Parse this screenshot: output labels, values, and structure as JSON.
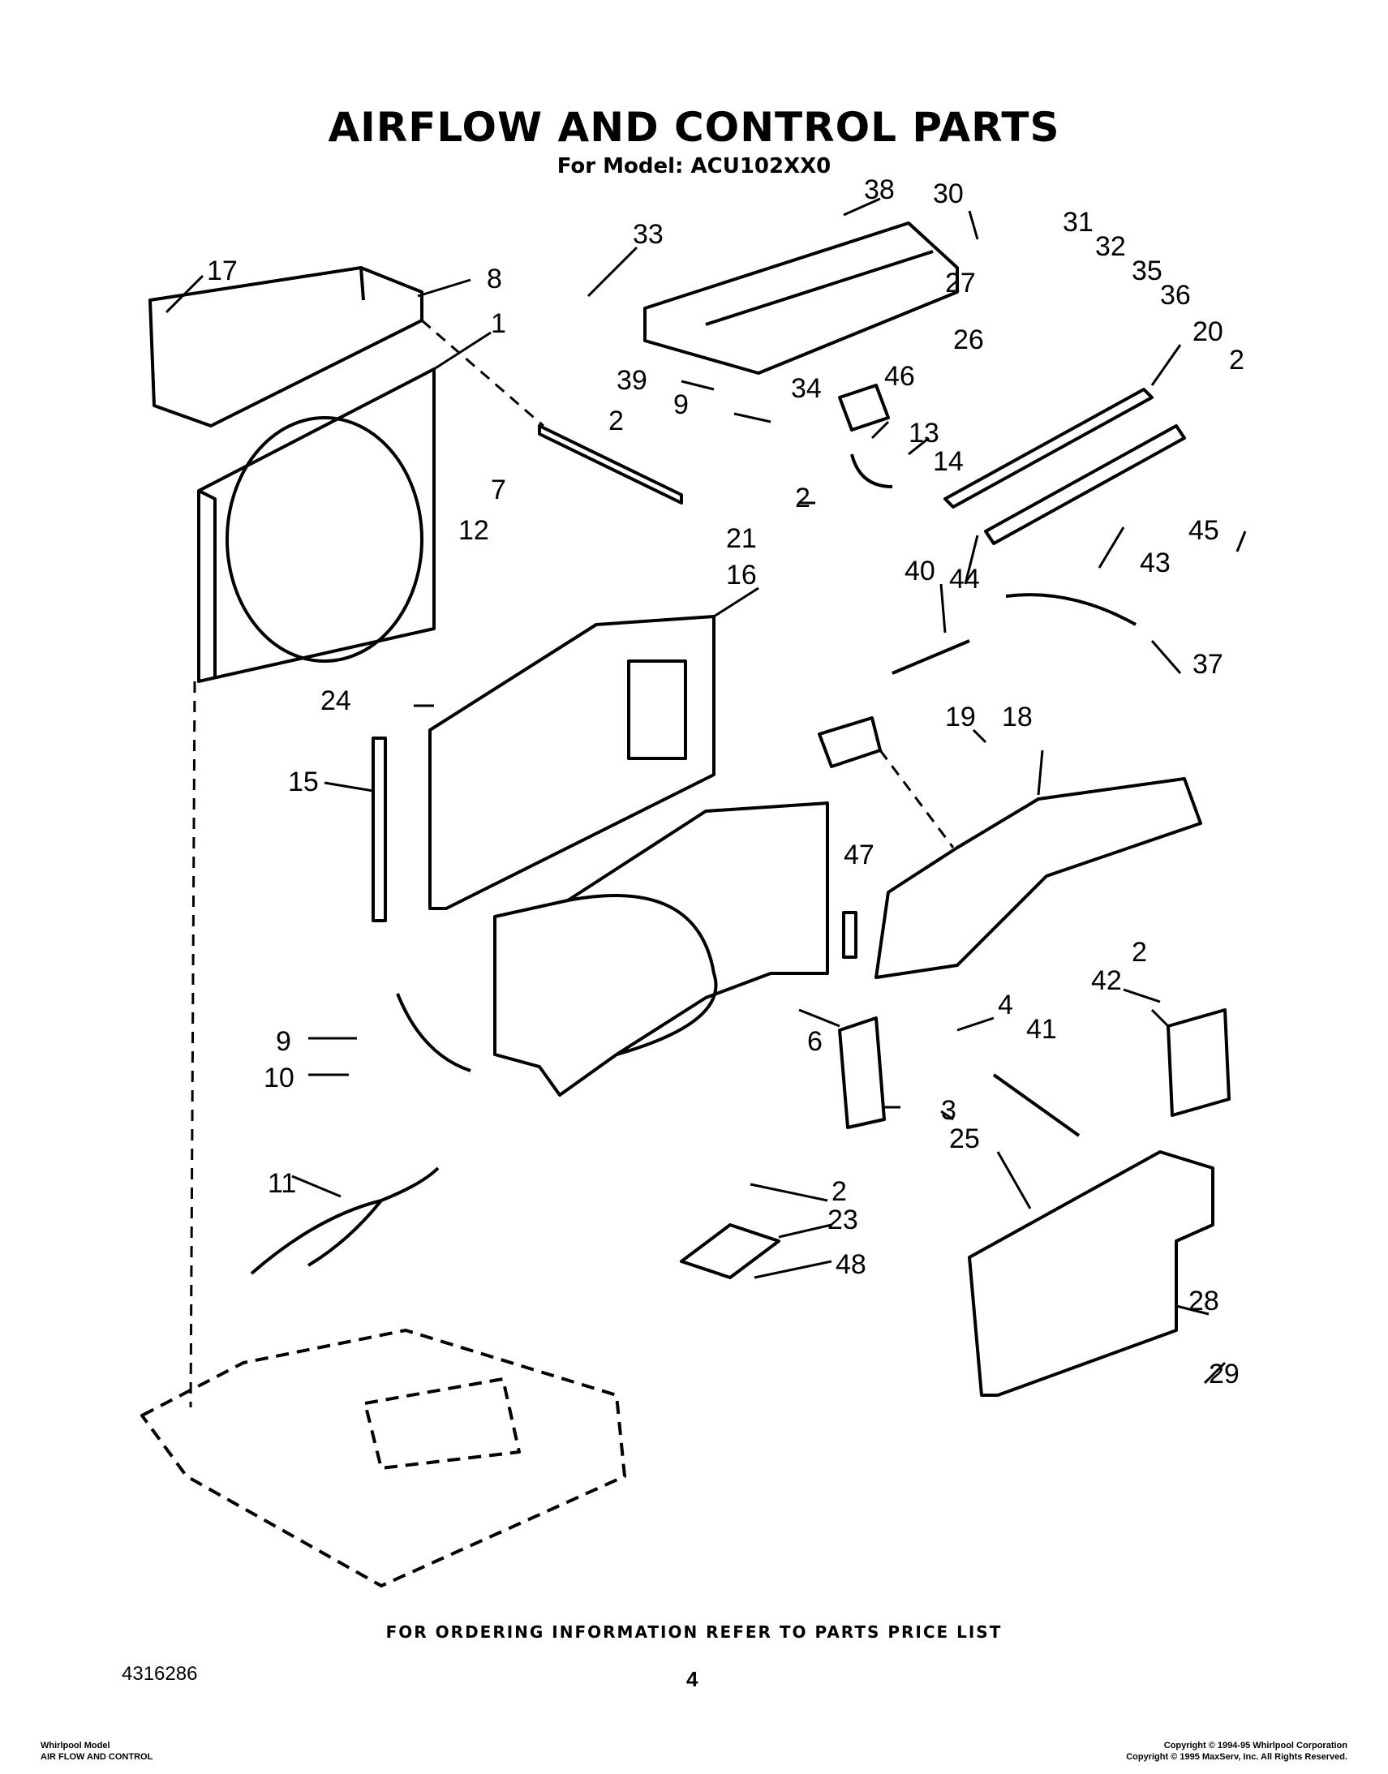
{
  "header": {
    "title": "AIRFLOW AND CONTROL PARTS",
    "model_line": "For Model: ACU102XX0"
  },
  "callouts": [
    "1",
    "2",
    "3",
    "4",
    "6",
    "7",
    "8",
    "9",
    "10",
    "11",
    "12",
    "13",
    "14",
    "15",
    "16",
    "17",
    "18",
    "19",
    "20",
    "21",
    "23",
    "24",
    "25",
    "26",
    "27",
    "28",
    "29",
    "30",
    "31",
    "32",
    "33",
    "34",
    "35",
    "36",
    "37",
    "38",
    "39",
    "40",
    "41",
    "42",
    "43",
    "44",
    "45",
    "46",
    "47",
    "48"
  ],
  "footer": {
    "ordering_note": "FOR ORDERING INFORMATION REFER TO PARTS PRICE LIST",
    "document_number": "4316286",
    "page_number": "4",
    "bottom_left_line1": "Whirlpool Model",
    "bottom_left_line2": "AIR FLOW AND CONTROL",
    "copyright_line1": "Copyright © 1994-95 Whirlpool Corporation",
    "copyright_line2": "Copyright © 1995 MaxServ, Inc. All Rights Reserved."
  }
}
